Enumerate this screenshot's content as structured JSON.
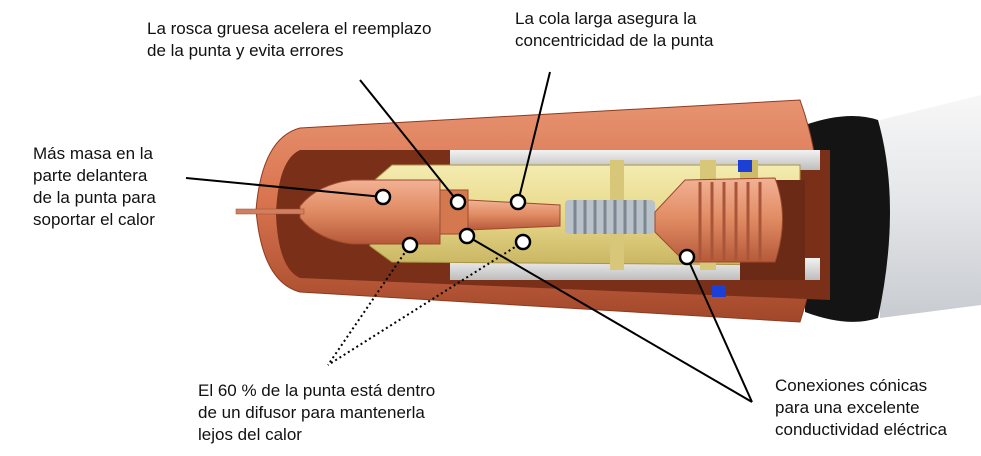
{
  "callouts": {
    "threads": [
      "La rosca gruesa acelera el reemplazo",
      "de la punta y evita errores"
    ],
    "tail": [
      "La cola larga asegura la",
      "concentricidad de la punta"
    ],
    "mass": [
      "Más masa en la",
      "parte delantera",
      "de la punta para",
      "soportar el calor"
    ],
    "inside": [
      "El 60 % de la punta está dentro",
      "de un difusor para mantenerla",
      "lejos del calor"
    ],
    "conical": [
      "Conexiones cónicas",
      "para una excelente",
      "conductividad eléctrica"
    ]
  },
  "colors": {
    "nozzle": "#d9744f",
    "nozzle_dark": "#9c3f22",
    "copper": "#e08a62",
    "brass": "#e8d98a",
    "insulator": "#dcdcdc",
    "black_ring": "#111111",
    "blue_ring": "#1c3fd6"
  }
}
